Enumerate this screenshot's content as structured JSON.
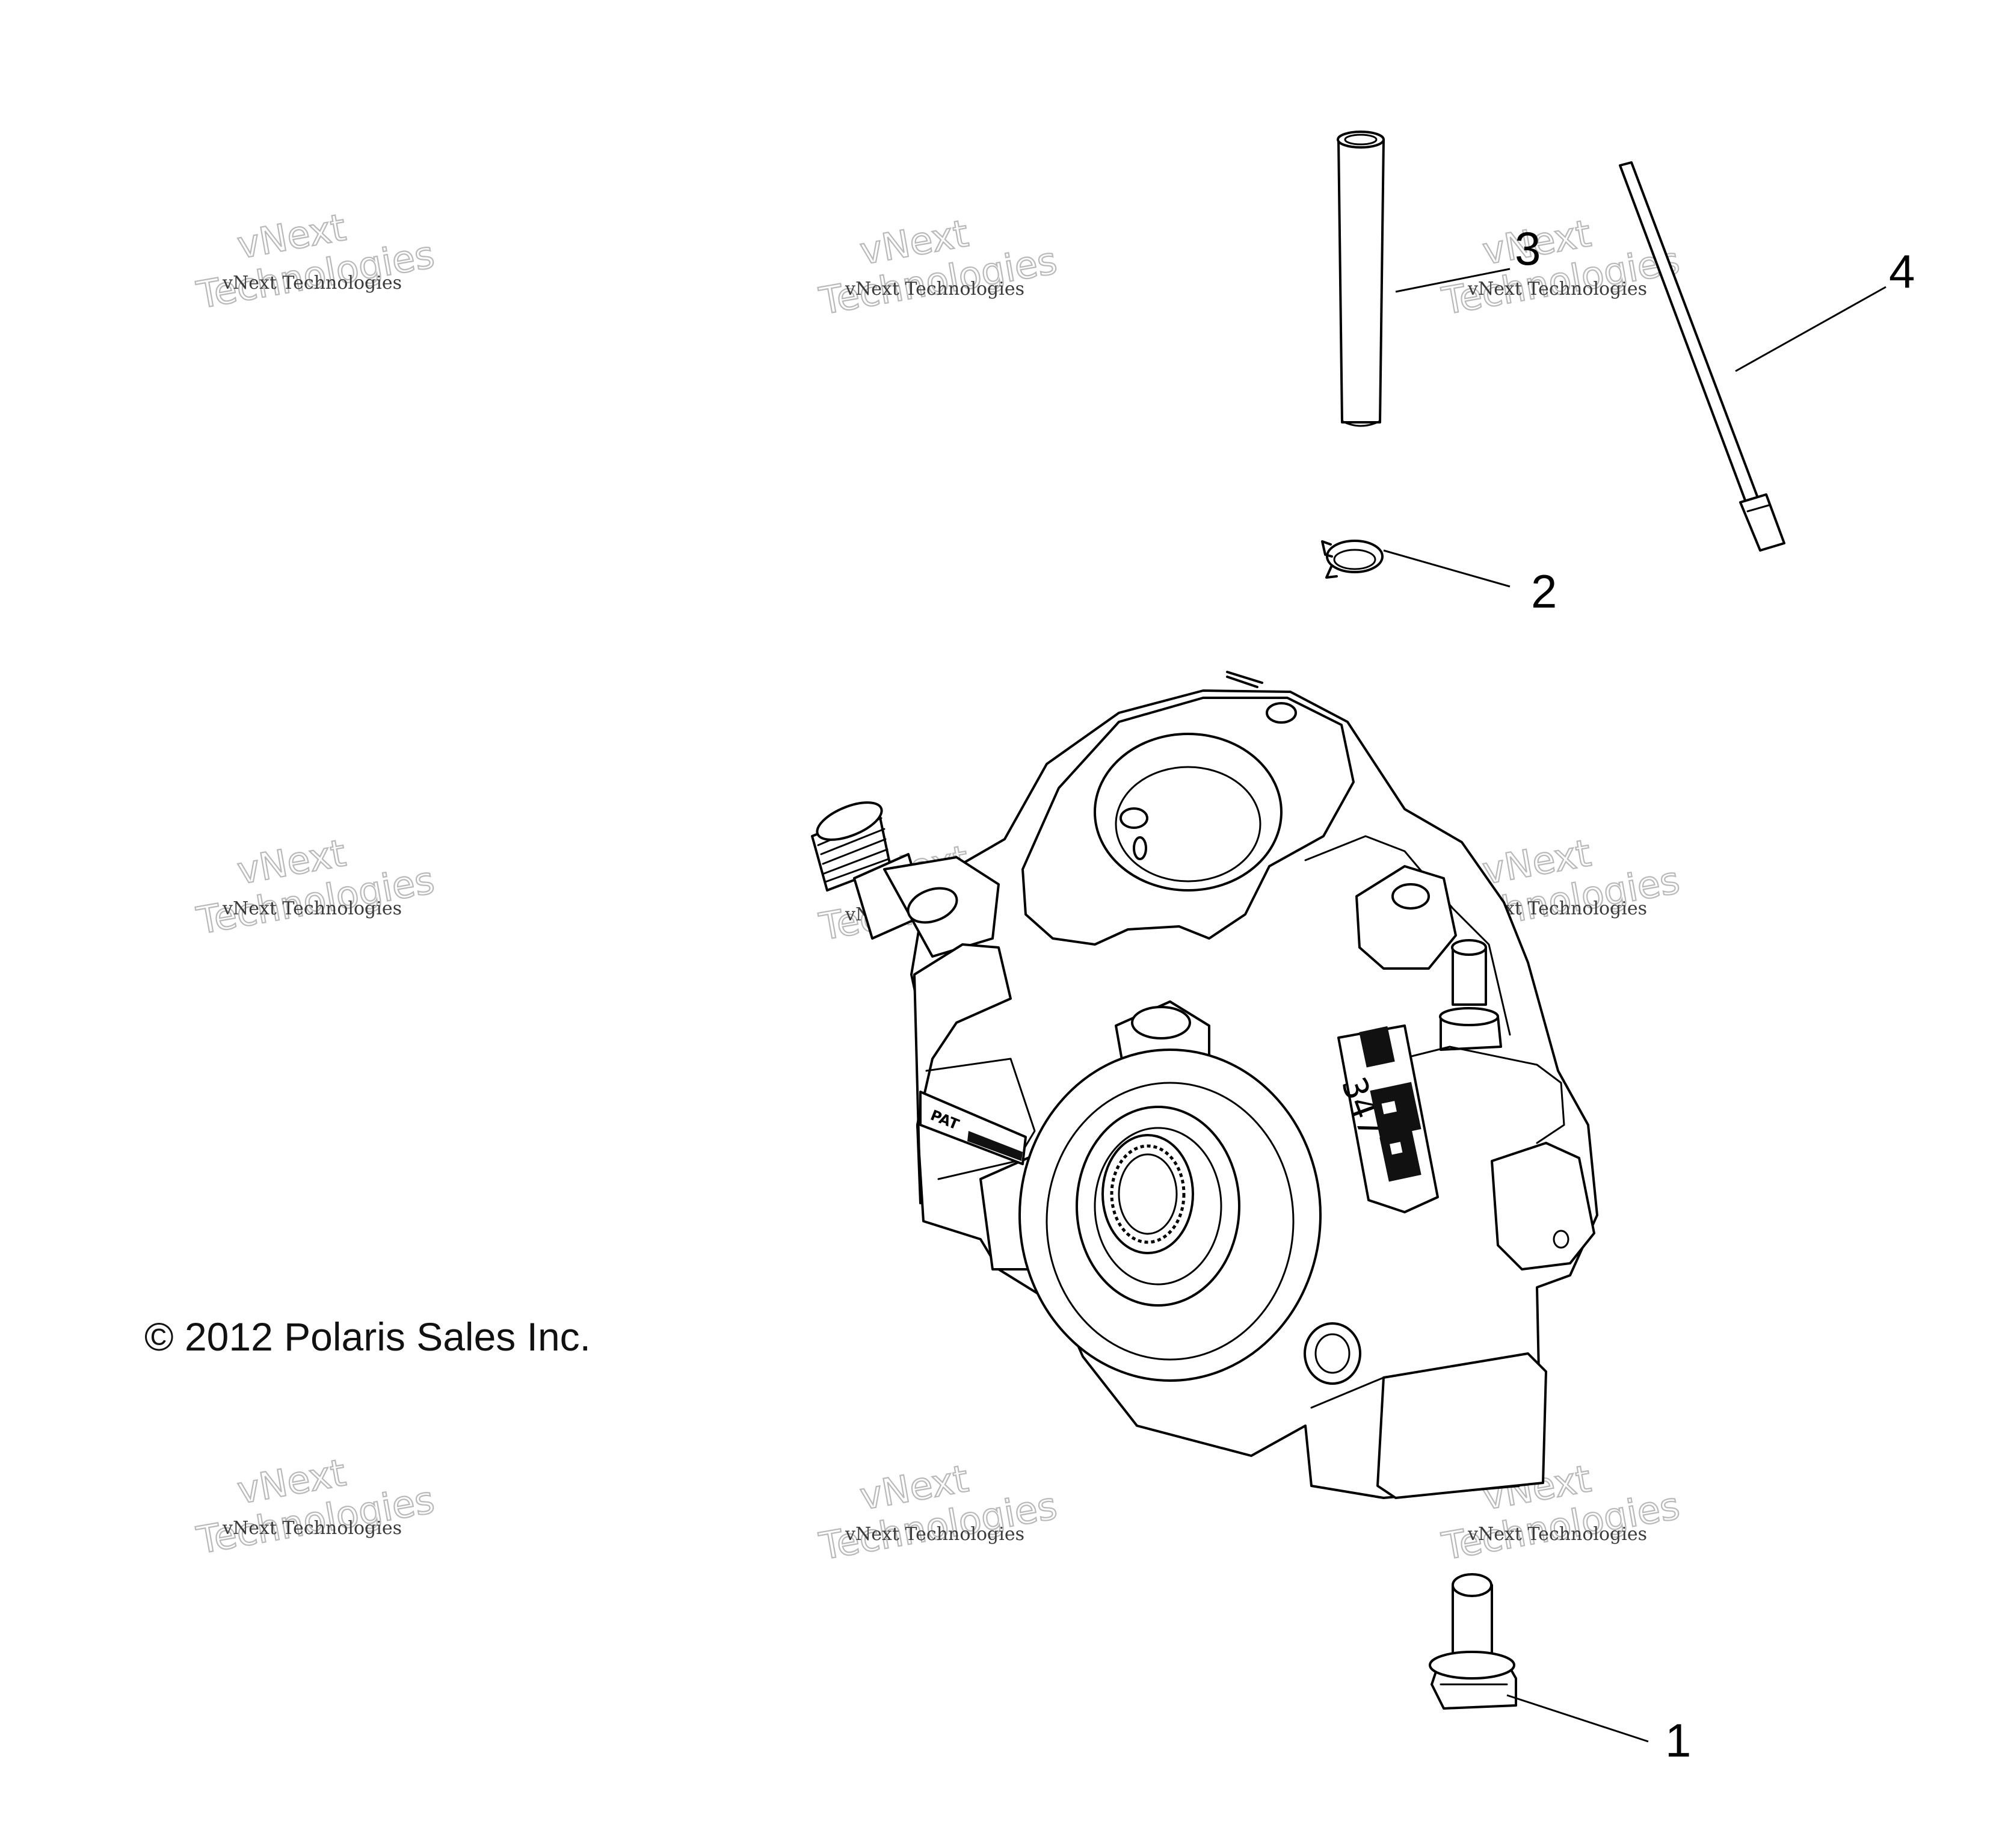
{
  "diagram": {
    "callouts": [
      {
        "id": "1",
        "label": "1"
      },
      {
        "id": "2",
        "label": "2"
      },
      {
        "id": "3",
        "label": "3"
      },
      {
        "id": "4",
        "label": "4"
      }
    ],
    "copyright": "© 2012 Polaris Sales Inc.",
    "housing_marks": {
      "part_number": "347",
      "patent_label": "PAT"
    },
    "watermark": {
      "line1": "vNext Technologies",
      "line2": "vNext",
      "line3": "Technologies"
    }
  }
}
